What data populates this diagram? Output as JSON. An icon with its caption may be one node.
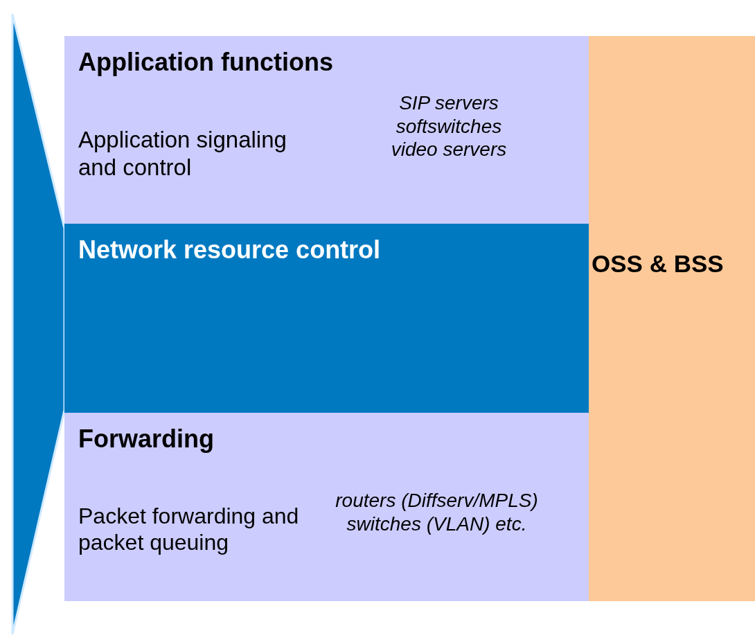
{
  "diagram": {
    "nodes": [
      {
        "text": [
          "Application functions",
          "Application signaling and control",
          "SIP servers softswitches video servers"
        ]
      },
      {
        "text": [
          "Network resource control"
        ]
      },
      {
        "text": [
          "Forwarding",
          "Packet forwarding and packet queuing",
          "routers (Diffserv/MPLS) switches (VLAN) etc."
        ]
      },
      {
        "text": [
          "OSS & BSS"
        ]
      },
      {
        "text": [],
        "shape": "triangle"
      }
    ]
  }
}
